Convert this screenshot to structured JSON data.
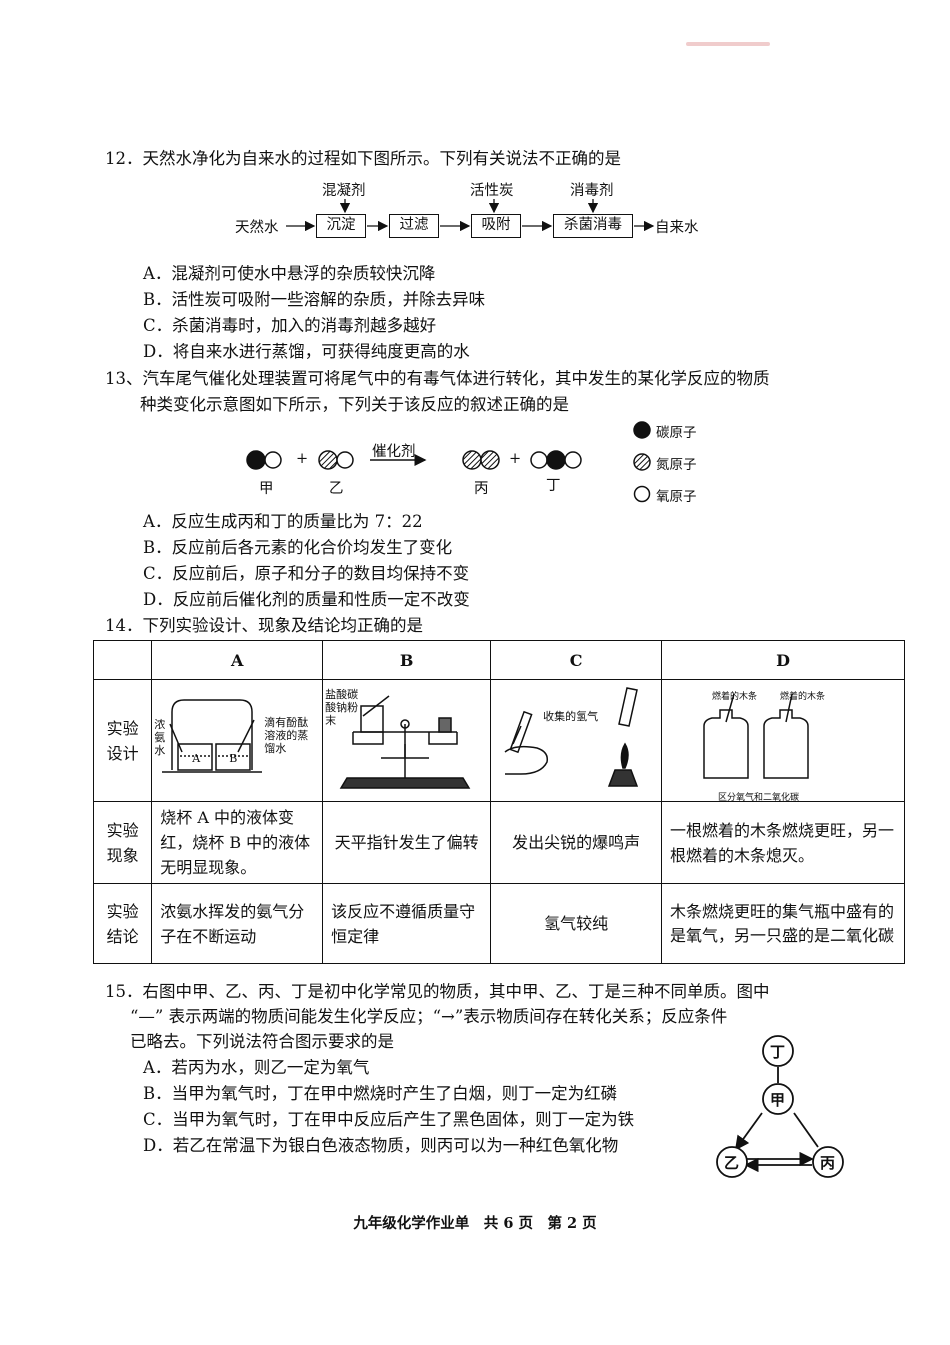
{
  "q12": {
    "stem": "12．天然水净化为自来水的过程如下图所示。下列有关说法不正确的是",
    "flow": {
      "start": "天然水",
      "steps": [
        "沉淀",
        "过滤",
        "吸附",
        "杀菌消毒"
      ],
      "end": "自来水",
      "inputs": [
        "混凝剂",
        "活性炭",
        "消毒剂"
      ]
    },
    "options": [
      "A．混凝剂可使水中悬浮的杂质较快沉降",
      "B．活性炭可吸附一些溶解的杂质，并除去异味",
      "C．杀菌消毒时，加入的消毒剂越多越好",
      "D．将自来水进行蒸馏，可获得纯度更高的水"
    ]
  },
  "q13": {
    "stem_line1": "13、汽车尾气催化处理装置可将尾气中的有毒气体进行转化，其中发生的某化学反应的物质",
    "stem_line2": "种类变化示意图如下所示，下列关于该反应的叙述正确的是",
    "reaction": {
      "plus": "+",
      "catalyst": "催化剂",
      "labels": [
        "甲",
        "乙",
        "丙",
        "丁"
      ]
    },
    "legend": [
      "碳原子",
      "氮原子",
      "氧原子"
    ],
    "options": [
      "A．反应生成丙和丁的质量比为 7：22",
      "B．反应前后各元素的化合价均发生了变化",
      "C．反应前后，原子和分子的数目均保持不变",
      "D．反应前后催化剂的质量和性质一定不改变"
    ]
  },
  "q14": {
    "stem": "14．下列实验设计、现象及结论均正确的是",
    "headers": [
      "A",
      "B",
      "C",
      "D"
    ],
    "row_labels": [
      "实验设计",
      "实验现象",
      "实验结论"
    ],
    "design_labels": {
      "A_left": "浓氨水",
      "A_right": "滴有酚酞溶液的蒸馏水",
      "A_beaker_a": "A",
      "A_beaker_b": "B",
      "B_label": "盐酸碳酸钠粉末",
      "C_label": "收集的氢气",
      "D_left": "燃着的木条",
      "D_right": "燃着的木条",
      "D_caption": "区分氧气和二氧化碳"
    },
    "phenomena": [
      "烧杯 A 中的液体变红，烧杯 B 中的液体无明显现象。",
      "天平指针发生了偏转",
      "发出尖锐的爆鸣声",
      "一根燃着的木条燃烧更旺，另一根燃着的木条熄灭。"
    ],
    "conclusions": [
      "浓氨水挥发的氨气分子在不断运动",
      "该反应不遵循质量守恒定律",
      "氢气较纯",
      "木条燃烧更旺的集气瓶中盛有的是氧气，另一只盛的是二氧化碳"
    ]
  },
  "q15": {
    "stem_line1": "15．右图中甲、乙、丙、丁是初中化学常见的物质，其中甲、乙、丁是三种不同单质。图中",
    "stem_line2": "“—” 表示两端的物质间能发生化学反应；“→”表示物质间存在转化关系；反应条件",
    "stem_line3": "已略去。下列说法符合图示要求的是",
    "options": [
      "A．若丙为水，则乙一定为氧气",
      "B．当甲为氧气时，丁在甲中燃烧时产生了白烟，则丁一定为红磷",
      "C．当甲为氧气时，丁在甲中反应后产生了黑色固体，则丁一定为铁",
      "D．若乙在常温下为银白色液态物质，则丙可以为一种红色氧化物"
    ],
    "nodes": [
      "丁",
      "甲",
      "乙",
      "丙"
    ]
  },
  "footer": "九年级化学作业单　共 6 页　第 2 页"
}
